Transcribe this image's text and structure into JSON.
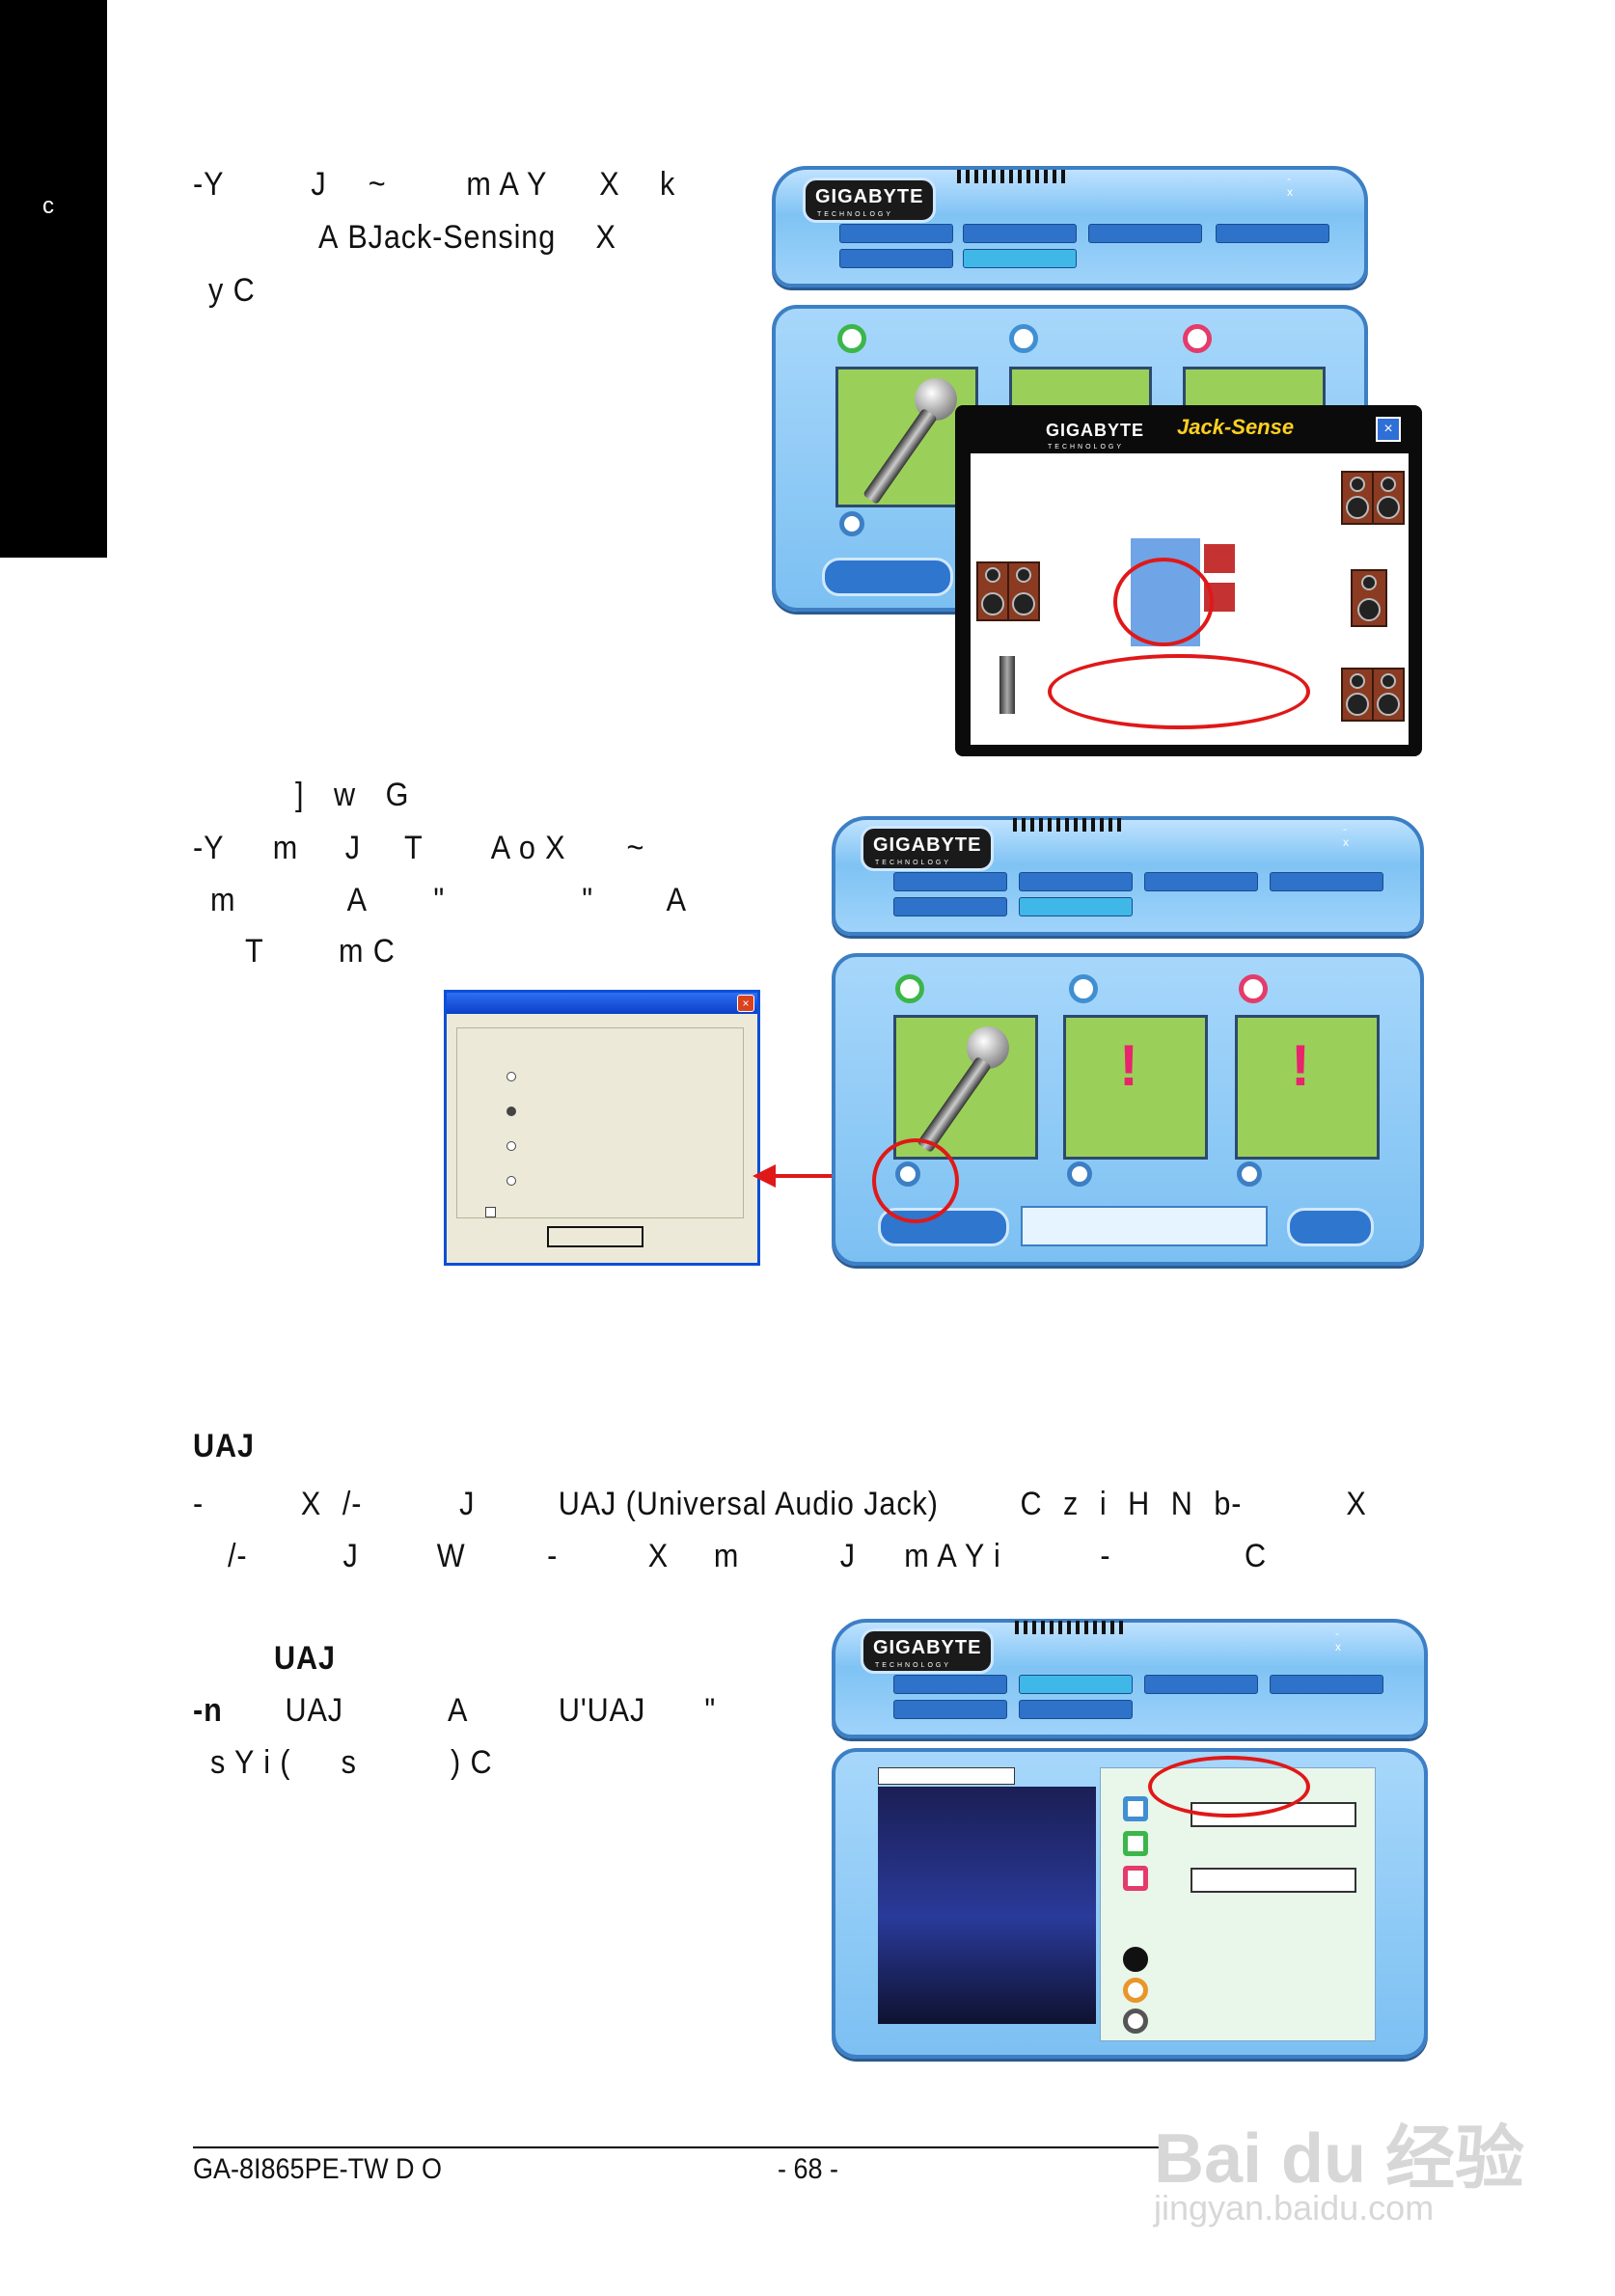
{
  "sidebar": {
    "letter": "c"
  },
  "section1": {
    "lines": [
      [
        "-Y",
        "J",
        "~",
        "m A Y",
        "X",
        "k"
      ],
      [
        "A",
        "BJack-Sensing",
        "X"
      ],
      [
        "y C"
      ]
    ]
  },
  "section2": {
    "lines": [
      [
        "]",
        "w",
        "G"
      ],
      [
        "-Y",
        "m",
        "J",
        "T",
        "A o X",
        "~"
      ],
      [
        "m",
        "A",
        "\"",
        "\"",
        "A"
      ],
      [
        "T",
        "m C"
      ]
    ]
  },
  "section3": {
    "heading": "UAJ",
    "lines": [
      [
        "-",
        "X",
        "/-",
        "J",
        "UAJ (Universal Audio Jack)",
        "C",
        "z",
        "i",
        "H",
        "N",
        "b-",
        "X"
      ],
      [
        "/-",
        "J",
        "W",
        "-",
        "X",
        "m",
        "J",
        "m A Y i",
        "-",
        "C"
      ]
    ]
  },
  "section4": {
    "heading": "UAJ",
    "lines": [
      [
        "-n",
        "UAJ",
        "A",
        "U'UAJ",
        "\""
      ],
      [
        "s Y i (",
        "s",
        ") C"
      ]
    ]
  },
  "app": {
    "logo": "GIGABYTE",
    "logo_sub": "TECHNOLOGY",
    "jack_sense_title": "Jack-Sense",
    "win_controls": "- x"
  },
  "footer": {
    "left": "GA-8I865PE-TW   D        O",
    "page": "- 68 -"
  },
  "watermark": {
    "brand": "Bai du 经验",
    "url": "jingyan.baidu.com"
  },
  "colors": {
    "accent_red": "#e01818",
    "app_blue": "#3d7fc4",
    "panel_green": "#9ad05a"
  }
}
